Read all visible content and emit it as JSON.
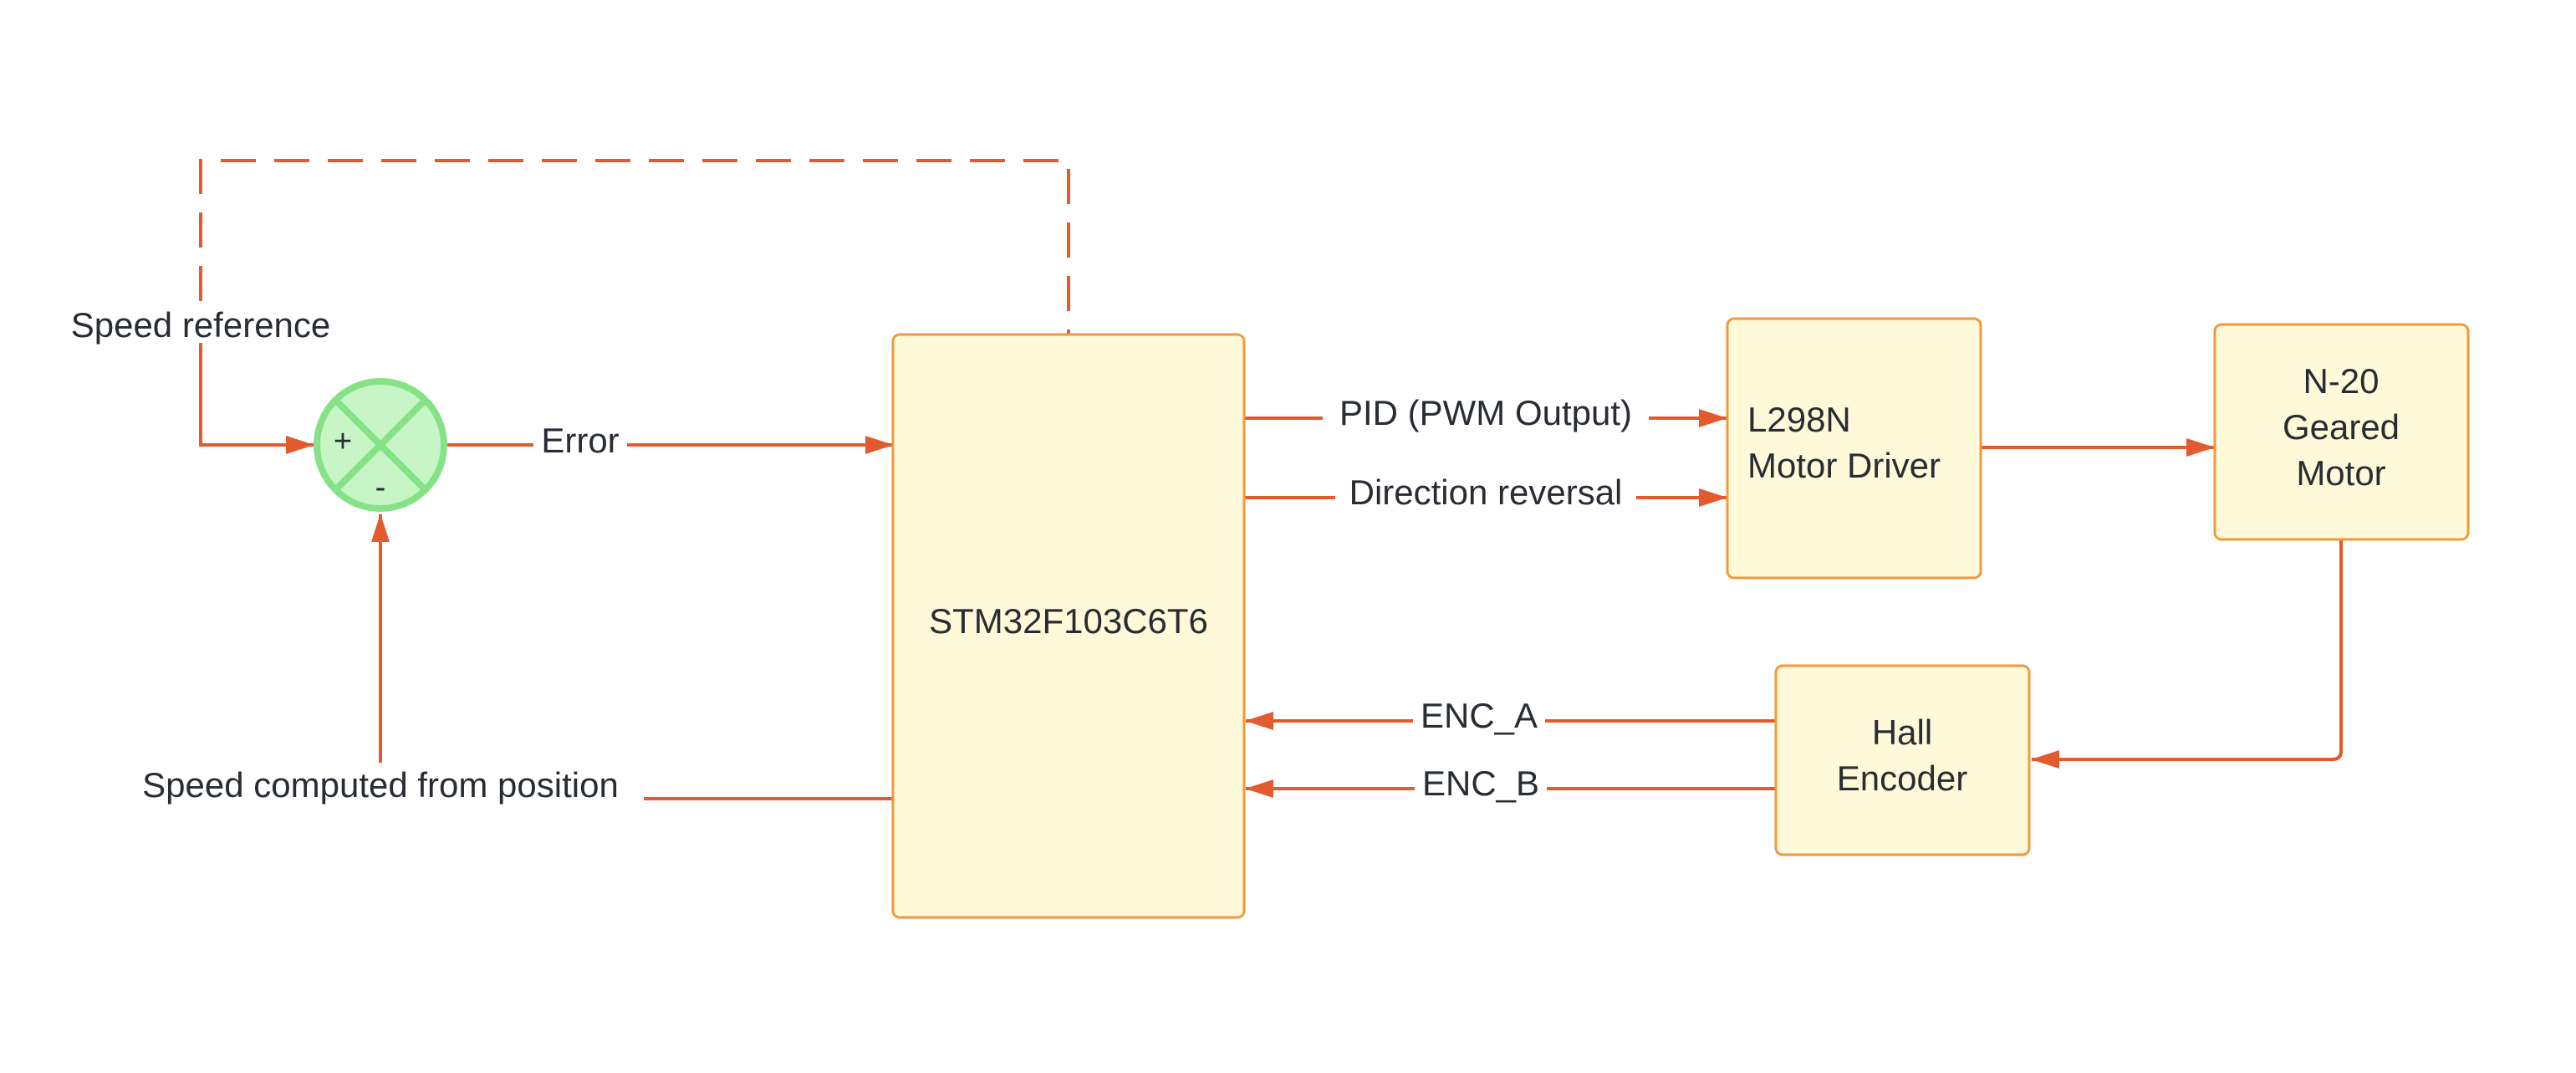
{
  "colors": {
    "wire": "#e35b2c",
    "block_fill": "#fef9d8",
    "block_stroke": "#ef9a3e",
    "summing_fill": "#c7f5c6",
    "summing_stroke": "#86e287",
    "text": "#282c33"
  },
  "blocks": {
    "mcu": "STM32F103C6T6",
    "driver_line1": "L298N",
    "driver_line2": "Motor Driver",
    "motor_line1": "N-20",
    "motor_line2": "Geared",
    "motor_line3": "Motor",
    "encoder_line1": "Hall",
    "encoder_line2": "Encoder"
  },
  "summing": {
    "plus": "+",
    "minus": "-"
  },
  "labels": {
    "speed_reference": "Speed reference",
    "error": "Error",
    "speed_feedback": "Speed computed from position",
    "pid": "PID (PWM Output)",
    "direction": "Direction reversal",
    "enc_a": "ENC_A",
    "enc_b": "ENC_B"
  }
}
